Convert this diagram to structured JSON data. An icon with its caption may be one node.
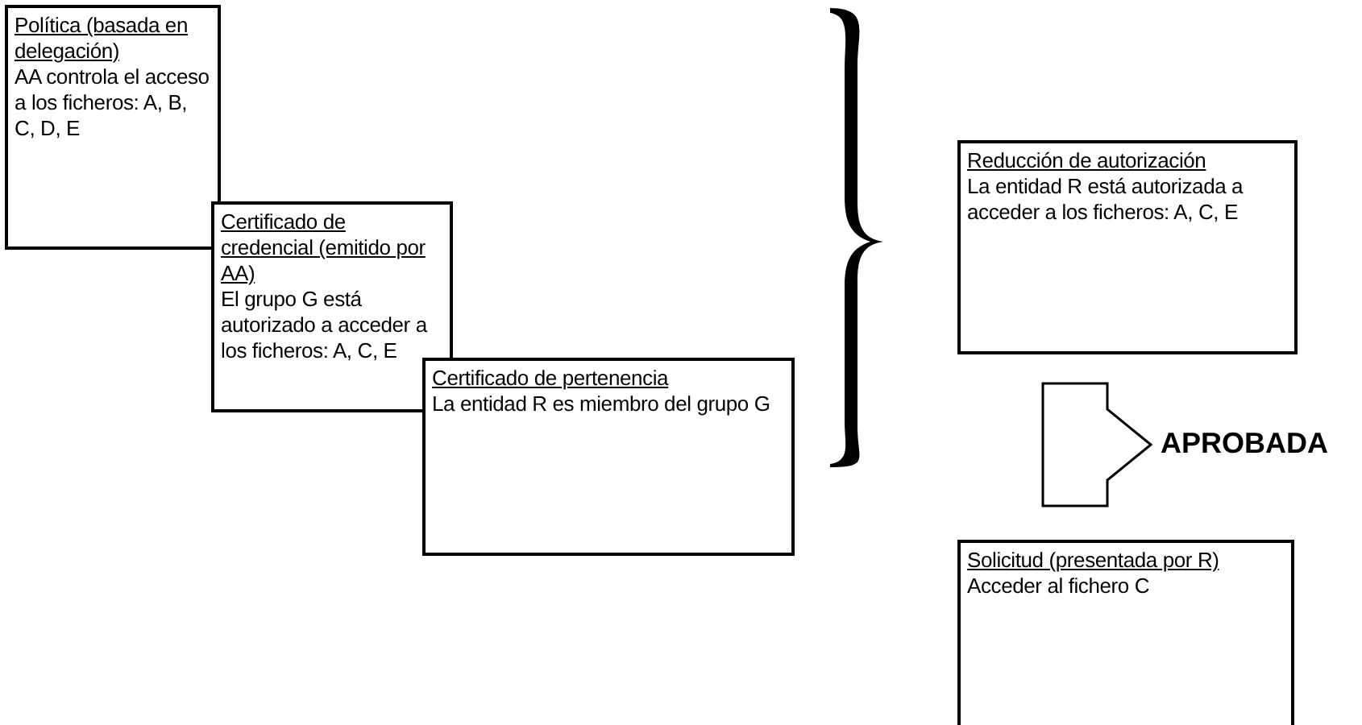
{
  "diagram": {
    "nodes": [
      {
        "text": [
          "Política (basada en delegación)",
          "AA controla el acceso a los ficheros: A, B, C, D, E"
        ]
      },
      {
        "text": [
          "Certificado de credencial (emitido por AA)",
          "El grupo G está autorizado a acceder a los ficheros: A, C, E"
        ]
      },
      {
        "text": [
          "Certificado de pertenencia",
          "La entidad R es miembro del grupo G"
        ]
      },
      {
        "text": [],
        "shape": "bracket"
      },
      {
        "text": [
          "Reducción de autorización",
          "La entidad R está autorizada a acceder a los ficheros: A, C, E"
        ]
      },
      {
        "text": [
          "APROBADA"
        ]
      },
      {
        "text": [
          "Solicitud (presentada por R)",
          "Acceder al fichero C"
        ]
      }
    ],
    "edges": [
      {
        "from": null,
        "to": 5,
        "arrow": "to"
      }
    ]
  }
}
